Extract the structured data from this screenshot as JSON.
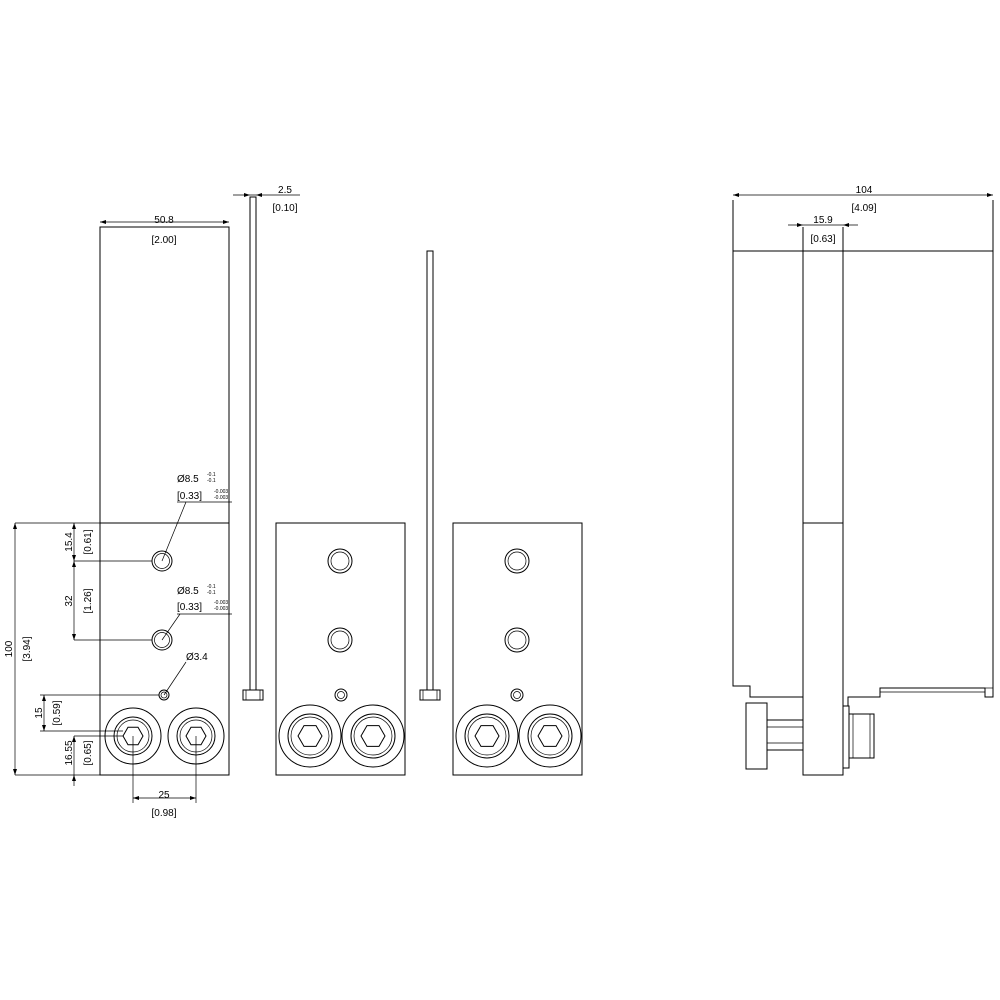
{
  "drawing": {
    "dims": {
      "width_top": "50.8",
      "width_top_in": "[2.00]",
      "plate_thickness": "2.5",
      "plate_thickness_in": "[0.10]",
      "hole1_dia": "Ø8.5",
      "hole1_tol": [
        "-0.1",
        "-0.1"
      ],
      "hole1_dia_in": "[0.33]",
      "hole1_tol_in": [
        "-0.003",
        "-0.003"
      ],
      "hole2_dia": "Ø8.5",
      "hole2_tol": [
        "-0.1",
        "-0.1"
      ],
      "hole2_dia_in": "[0.33]",
      "hole2_tol_in": [
        "-0.003",
        "-0.003"
      ],
      "small_hole_dia": "Ø3.4",
      "height": "100",
      "height_in": "[3.94]",
      "dim_15_4": "15.4",
      "dim_15_4_in": "[0.61]",
      "dim_32": "32",
      "dim_32_in": "[1.26]",
      "dim_15": "15",
      "dim_15_in": "[0.59]",
      "dim_16_55": "16.55",
      "dim_16_55_in": "[0.65]",
      "pitch": "25",
      "pitch_in": "[0.98]",
      "side_depth": "104",
      "side_depth_in": "[4.09]",
      "side_plate": "15.9",
      "side_plate_in": "[0.63]"
    }
  }
}
